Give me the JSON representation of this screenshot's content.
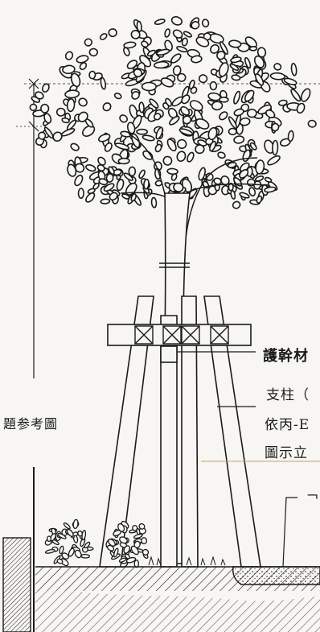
{
  "labels": {
    "left_caption": "題参考圖",
    "line1": "護幹材",
    "line2": "支柱（",
    "line3": "依丙-E",
    "line4": "圖示立",
    "line5": "﹁"
  },
  "colors": {
    "ink": "#1a1a1a",
    "paper": "#f7f6f2",
    "accent_line": "#c9a46a"
  },
  "icons": [
    "tree-canopy-icon",
    "shrub-icon",
    "hatched-wall-icon"
  ]
}
